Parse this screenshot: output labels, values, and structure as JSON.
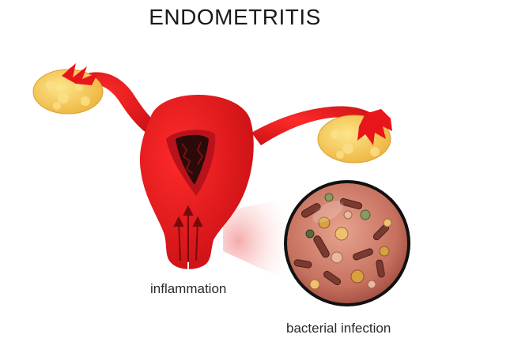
{
  "title": "ENDOMETRITIS",
  "labels": {
    "inflammation": "inflammation",
    "bacterial_infection": "bacterial infection"
  },
  "colors": {
    "uterus": "#e8151b",
    "uterus_dark": "#b50f12",
    "ovary": "#f5c84a",
    "lesion": "#2a0a0a",
    "circle_fill": "#c86a5a",
    "circle_border": "#111111",
    "glow": "#f4a0a0"
  }
}
